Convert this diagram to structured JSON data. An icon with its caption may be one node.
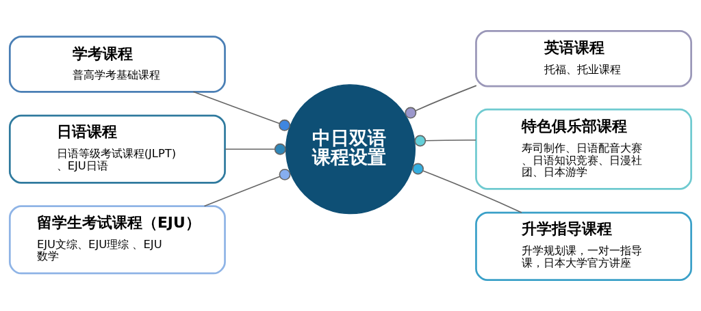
{
  "diagram": {
    "nodes": [
      {
        "text": [
          "中日双语课程设置"
        ]
      },
      {
        "text": [
          "学考课程",
          "普高学考基础课程"
        ]
      },
      {
        "text": [
          "日语课程",
          "日语等级考试课程(JLPT)、EJU日语"
        ]
      },
      {
        "text": [
          "留学生考试课程（EJU）",
          "EJU文综、EJU理综 、EJU数学"
        ]
      },
      {
        "text": [
          "英语课程",
          "托福、托业课程"
        ]
      },
      {
        "text": [
          "特色俱乐部课程",
          "寿司制作、日语配音大赛、日语知识竞赛、日漫社团、日本游学"
        ]
      },
      {
        "text": [
          "升学指导课程",
          "升学规划课，一对一指导课，日本大学官方讲座"
        ]
      }
    ],
    "edges": [
      {
        "from": 1,
        "to": 0,
        "arrow": "other"
      },
      {
        "from": 2,
        "to": 0,
        "arrow": "other"
      },
      {
        "from": 3,
        "to": 0,
        "arrow": "other"
      },
      {
        "from": 4,
        "to": 0,
        "arrow": "other"
      },
      {
        "from": 5,
        "to": 0,
        "arrow": "other"
      },
      {
        "from": 6,
        "to": 0,
        "arrow": "other"
      }
    ]
  }
}
